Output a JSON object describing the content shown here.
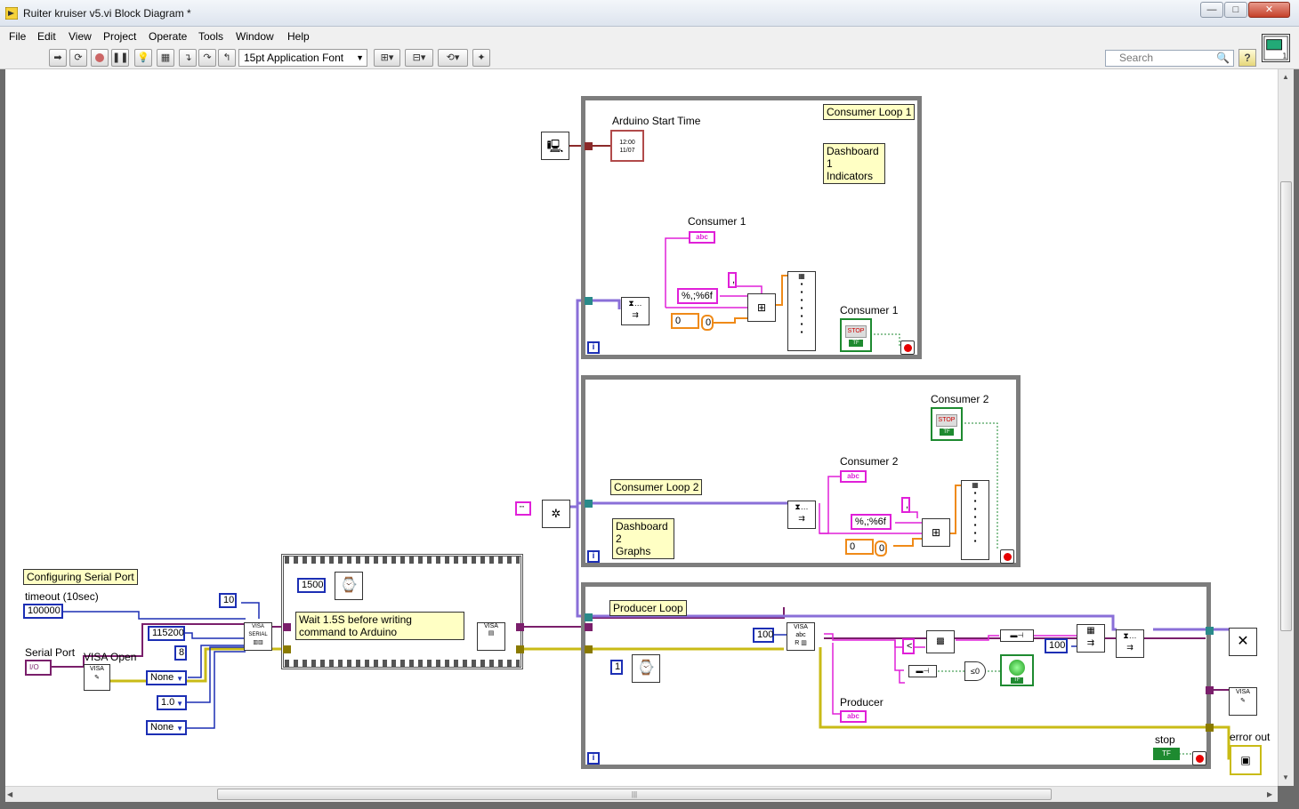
{
  "window": {
    "title": "Ruiter kruiser v5.vi Block Diagram *",
    "minimize": "—",
    "maximize": "□",
    "close": "✕"
  },
  "menu": [
    "File",
    "Edit",
    "View",
    "Project",
    "Operate",
    "Tools",
    "Window",
    "Help"
  ],
  "toolbar": {
    "font": "15pt Application Font",
    "search_placeholder": "Search",
    "help": "?"
  },
  "icons": {
    "run": "run-arrow-icon",
    "run_continuous": "run-continuously-icon",
    "abort": "abort-icon",
    "pause": "pause-icon",
    "highlight": "highlight-execution-icon",
    "retain": "retain-wire-values-icon",
    "step_into": "step-into-icon",
    "step_over": "step-over-icon",
    "step_out": "step-out-icon",
    "align": "align-objects-icon",
    "distribute": "distribute-objects-icon",
    "reorder": "reorder-icon",
    "cleanup": "clean-up-diagram-icon",
    "search": "magnifier-icon"
  },
  "colors": {
    "int_wire": "#1c2fb4",
    "string_wire": "#e020d8",
    "dbl_wire": "#ef8a18",
    "error_wire": "#c9bb16",
    "visa_wire": "#7a1f6b",
    "bool_wire": "#1e8a30",
    "comment_bg": "#ffffc4",
    "loop_frame": "#7d7d7d"
  },
  "diagram": {
    "config_comment": "Configuring Serial Port",
    "timeout_label": "timeout (10sec)",
    "timeout_value": "100000",
    "serial_port_label": "Serial Port",
    "serial_port_value": "I/O",
    "visa_open_label": "VISA Open",
    "baud_value": "115200",
    "data_bits_value": "8",
    "parity_value": "None",
    "stop_bits_value": "1.0",
    "flow_value": "None",
    "termchar_value": "10",
    "seq_wait_value": "1500",
    "seq_comment": "Wait 1.5S before writing command to Arduino",
    "consumer1": {
      "loop_comment": "Consumer Loop 1",
      "dash_comment": "Dashboard 1\nIndicators",
      "start_time_label": "Arduino Start Time",
      "start_time_clock": "12:00\n11/07",
      "queue_label": "Consumer 1",
      "format_const": "%,;%6f",
      "delim_const": ",",
      "dbl_a": "0",
      "dbl_b": "0",
      "stop_label": "Consumer 1",
      "stop_text": "STOP",
      "iter": "i"
    },
    "consumer2": {
      "loop_comment": "Consumer Loop 2",
      "dash_comment": "Dashboard 2\nGraphs",
      "stop_label": "Consumer 2",
      "stop_text": "STOP",
      "queue_label": "Consumer 2",
      "format_const": "%,;%6f",
      "delim_const": ",",
      "dbl_a": "0",
      "dbl_b": "0",
      "iter": "i"
    },
    "producer": {
      "loop_comment": "Producer Loop",
      "read_count": "100",
      "wait_value": "1",
      "lt_const": "<",
      "cmp_label": "≤0",
      "queue_size": "100",
      "queue_label": "Producer",
      "stop_label": "stop",
      "stop_text": "TF",
      "iter": "i"
    },
    "error_out_label": "error out",
    "visa_node_text": "VISA",
    "serial_text": "SERIAL",
    "abc_text": "abc",
    "tf_text": "TF"
  }
}
